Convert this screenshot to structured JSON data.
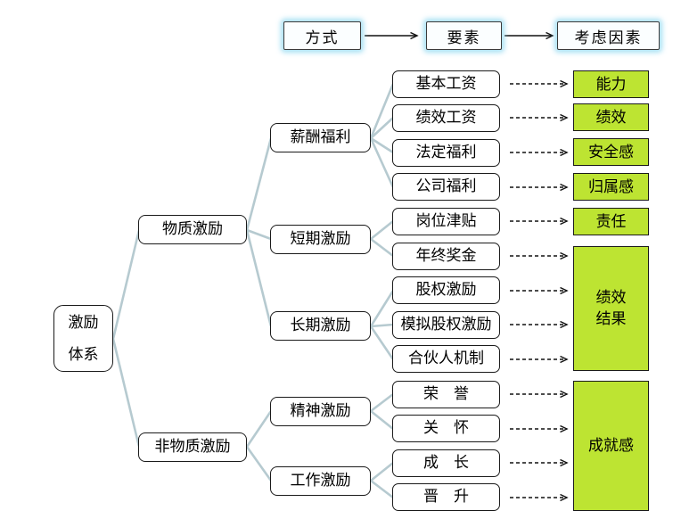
{
  "header": {
    "method": "方式",
    "element": "要素",
    "factor": "考虑因素"
  },
  "root": {
    "label": "激励\n体系"
  },
  "level2": [
    {
      "label": "物质激励"
    },
    {
      "label": "非物质激励"
    }
  ],
  "level3": [
    {
      "label": "薪酬福利"
    },
    {
      "label": "短期激励"
    },
    {
      "label": "长期激励"
    },
    {
      "label": "精神激励"
    },
    {
      "label": "工作激励"
    }
  ],
  "elements": [
    {
      "label": "基本工资"
    },
    {
      "label": "绩效工资"
    },
    {
      "label": "法定福利"
    },
    {
      "label": "公司福利"
    },
    {
      "label": "岗位津贴"
    },
    {
      "label": "年终奖金"
    },
    {
      "label": "股权激励"
    },
    {
      "label": "模拟股权激励"
    },
    {
      "label": "合伙人机制"
    },
    {
      "label": "荣　誉"
    },
    {
      "label": "关　怀"
    },
    {
      "label": "成　长"
    },
    {
      "label": "晋　升"
    }
  ],
  "factors": [
    {
      "label": "能力"
    },
    {
      "label": "绩效"
    },
    {
      "label": "安全感"
    },
    {
      "label": "归属感"
    },
    {
      "label": "责任"
    },
    {
      "label": "绩效\n结果"
    },
    {
      "label": "成就感"
    }
  ],
  "colors": {
    "factor_fill": "#bde432",
    "connector": "#b6cad0",
    "arrow": "#111111",
    "header_glow": "#b7e6f5"
  }
}
